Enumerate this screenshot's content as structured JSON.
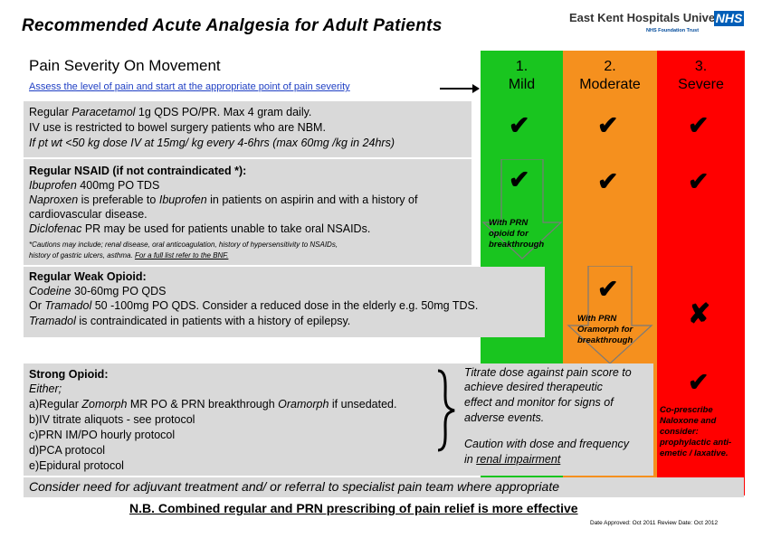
{
  "title": "Recommended Acute Analgesia for Adult Patients",
  "logo": {
    "name": "East Kent Hospitals University",
    "sub": "NHS Foundation Trust",
    "nhs": "NHS"
  },
  "pain": {
    "heading": "Pain Severity On Movement",
    "assess": "Assess the level of pain and start at the appropriate point of pain severity"
  },
  "cols": {
    "c1a": "1.",
    "c1b": "Mild",
    "c2a": "2.",
    "c2b": "Moderate",
    "c3a": "3.",
    "c3b": "Severe"
  },
  "row1": {
    "l1a": "Regular ",
    "l1b": "Paracetamol",
    "l1c": " 1g QDS PO/PR. Max 4 gram daily.",
    "l2": "IV use is restricted to bowel surgery patients who are NBM.",
    "l3": "If pt wt <50 kg dose IV at 15mg/ kg every 4-6hrs (max 60mg /kg in 24hrs)"
  },
  "row2": {
    "h": "Regular NSAID (if not contraindicated *):",
    "l1a": "Ibuprofen",
    "l1b": " 400mg PO TDS",
    "l2a": "Naproxen",
    "l2b": " is preferable to ",
    "l2c": "Ibuprofen",
    "l2d": " in patients on aspirin and with a history of",
    "l3": "cardiovascular disease.",
    "l4a": "Diclofenac",
    "l4b": " PR may be used for patients unable to take oral NSAIDs.",
    "n1": "*Cautions may include; renal disease, oral anticoagulation, history of hypersensitivity to NSAIDs,",
    "n2a": "history of gastric ulcers, asthma. ",
    "n2b": "For a full list refer to the BNF."
  },
  "row3": {
    "h": "Regular Weak Opioid:",
    "l1a": "Codeine",
    "l1b": " 30-60mg PO QDS",
    "l2a": "Or ",
    "l2b": "Tramadol",
    "l2c": " 50 -100mg PO QDS. Consider a reduced dose in the elderly e.g. 50mg TDS.",
    "l3a": "Tramadol",
    "l3b": " is contraindicated in patients with a history of epilepsy."
  },
  "row4": {
    "h": "Strong Opioid:",
    "l1": "Either;",
    "l2a": "a)Regular ",
    "l2b": "Zomorph",
    "l2c": " MR PO & PRN breakthrough ",
    "l2d": "Oramorph",
    "l2e": " if unsedated.",
    "l3": "b)IV titrate aliquots - see protocol",
    "l4": "c)PRN IM/PO hourly protocol",
    "l5": "d)PCA protocol",
    "l6": "e)Epidural protocol",
    "t1": "Titrate dose against pain score to",
    "t2": "achieve desired therapeutic",
    "t3": "effect and monitor for signs of",
    "t4": "adverse events.",
    "t5": "Caution with dose and frequency",
    "t6a": "in ",
    "t6b": "renal impairment",
    "r1": "Co-prescribe",
    "r2": "Naloxone and",
    "r3": "consider:",
    "r4": "prophylactic anti-",
    "r5": "emetic / laxative."
  },
  "prn1": {
    "a": "With PRN",
    "b": "opioid  for",
    "c": "breakthrough"
  },
  "prn2": {
    "a": "With PRN",
    "b": "Oramorph for",
    "c": "breakthrough"
  },
  "consider": "Consider need for adjuvant treatment and/ or referral to specialist pain team where appropriate",
  "nb": "N.B. Combined regular and PRN prescribing of pain relief is more effective",
  "footer": "Date Approved: Oct 2011 Review Date: Oct 2012",
  "icons": {
    "tick": "✔",
    "cross": "✘"
  },
  "colors": {
    "mild": "#19c51f",
    "moderate": "#f5901e",
    "severe": "#ff0000",
    "box": "#d9d9d9",
    "nhs": "#005eb8"
  }
}
